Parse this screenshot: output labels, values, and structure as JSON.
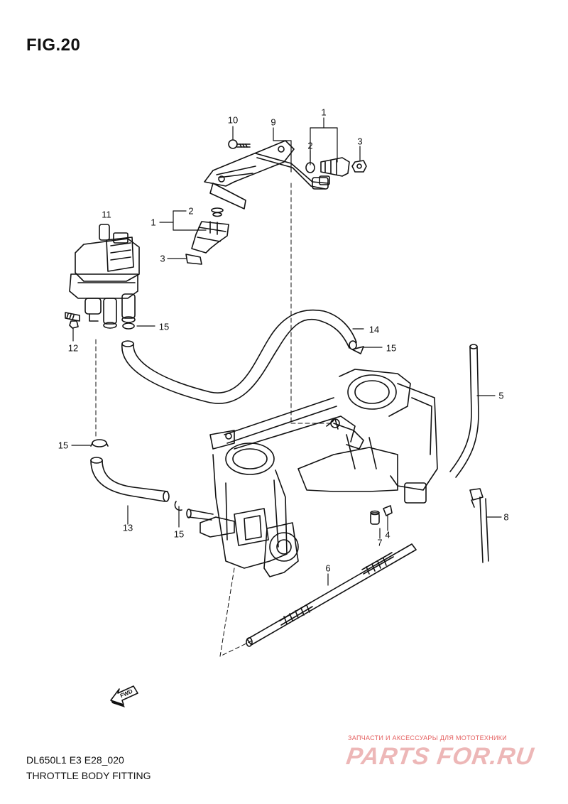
{
  "figure": {
    "title": "FIG.20"
  },
  "footer": {
    "model_code": "DL650L1 E3 E28_020",
    "section_title": "THROTTLE BODY FITTING"
  },
  "fwd_marker": {
    "label": "FWD",
    "icon": "forward-arrow-icon"
  },
  "watermark": {
    "tagline": "ЗАПЧАСТИ И АКСЕССУАРЫ ДЛЯ МОТОТЕХНИКИ",
    "logo": "PARTS FOR.RU",
    "color": "#e24f4f"
  },
  "callouts": [
    {
      "number": "1",
      "part": "fuel-injector-top"
    },
    {
      "number": "2",
      "part": "o-ring-top"
    },
    {
      "number": "3",
      "part": "cushion-top"
    },
    {
      "number": "10",
      "part": "screw"
    },
    {
      "number": "9",
      "part": "fuel-delivery-pipe"
    },
    {
      "number": "11",
      "part": "pair-valve"
    },
    {
      "number": "2",
      "part": "o-ring-left"
    },
    {
      "number": "1",
      "part": "fuel-injector-left"
    },
    {
      "number": "3",
      "part": "cushion-left"
    },
    {
      "number": "15",
      "part": "clamp-valve"
    },
    {
      "number": "12",
      "part": "bolt"
    },
    {
      "number": "14",
      "part": "hose-long"
    },
    {
      "number": "15",
      "part": "clamp-right"
    },
    {
      "number": "5",
      "part": "hose-right"
    },
    {
      "number": "15",
      "part": "clamp-left"
    },
    {
      "number": "13",
      "part": "hose-short"
    },
    {
      "number": "15",
      "part": "clamp-lower"
    },
    {
      "number": "4",
      "part": "clip"
    },
    {
      "number": "7",
      "part": "cap"
    },
    {
      "number": "8",
      "part": "tie-wrap"
    },
    {
      "number": "6",
      "part": "throttle-shaft"
    }
  ]
}
